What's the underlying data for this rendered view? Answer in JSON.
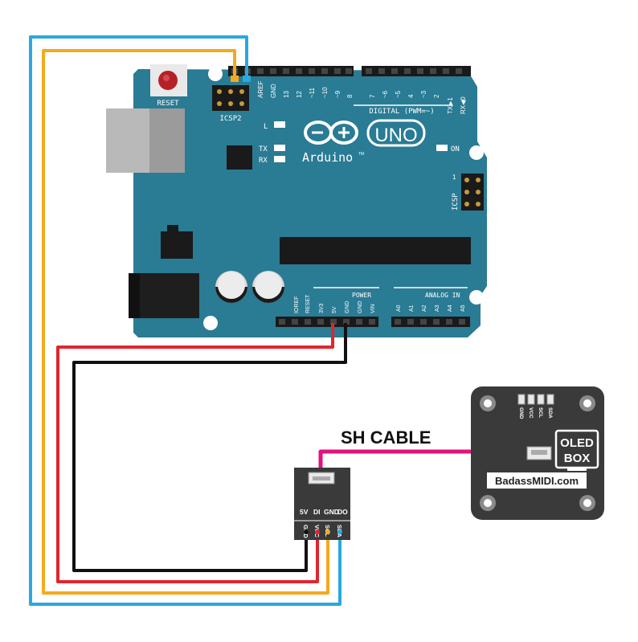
{
  "arduino": {
    "brand": "Arduino",
    "trademark": "TM",
    "model": "UNO",
    "reset_label": "RESET",
    "icsp2_label": "ICSP2",
    "icsp_label": "ICSP",
    "icsp_pin1": "1",
    "led_l": "L",
    "led_tx": "TX",
    "led_rx": "RX",
    "led_on": "ON",
    "digital_label": "DIGITAL (PWM=~)",
    "digital_pins": [
      "AREF",
      "GND",
      "13",
      "12",
      "~11",
      "~10",
      "~9",
      "8",
      "7",
      "~6",
      "~5",
      "4",
      "~3",
      "2",
      "TX▶1",
      "RX◀0"
    ],
    "power_label": "POWER",
    "power_pins": [
      "IOREF",
      "RESET",
      "3V3",
      "5V",
      "GND",
      "GND",
      "VIN"
    ],
    "analog_label": "ANALOG IN",
    "analog_pins": [
      "A0",
      "A1",
      "A2",
      "A3",
      "A4",
      "A5"
    ]
  },
  "adapter": {
    "top_labels": [
      "5V",
      "DI",
      "GND",
      "DO"
    ],
    "bottom_labels": [
      "GND",
      "VCC",
      "SCL",
      "SDA"
    ]
  },
  "oled_box": {
    "pin_labels": [
      "GND",
      "VCC",
      "SCL",
      "SDA"
    ],
    "logo_line1": "OLED",
    "logo_line2": "BOX",
    "website": "BadassMIDI.com"
  },
  "cable_label": "SH CABLE",
  "colors": {
    "board": "#2a7b94",
    "board_dark": "#1f5f73",
    "wire_blue": "#29a8df",
    "wire_orange": "#f4a91f",
    "wire_red": "#e0262e",
    "wire_black": "#111111",
    "wire_pink": "#e3127e",
    "module": "#3a3a3a"
  }
}
